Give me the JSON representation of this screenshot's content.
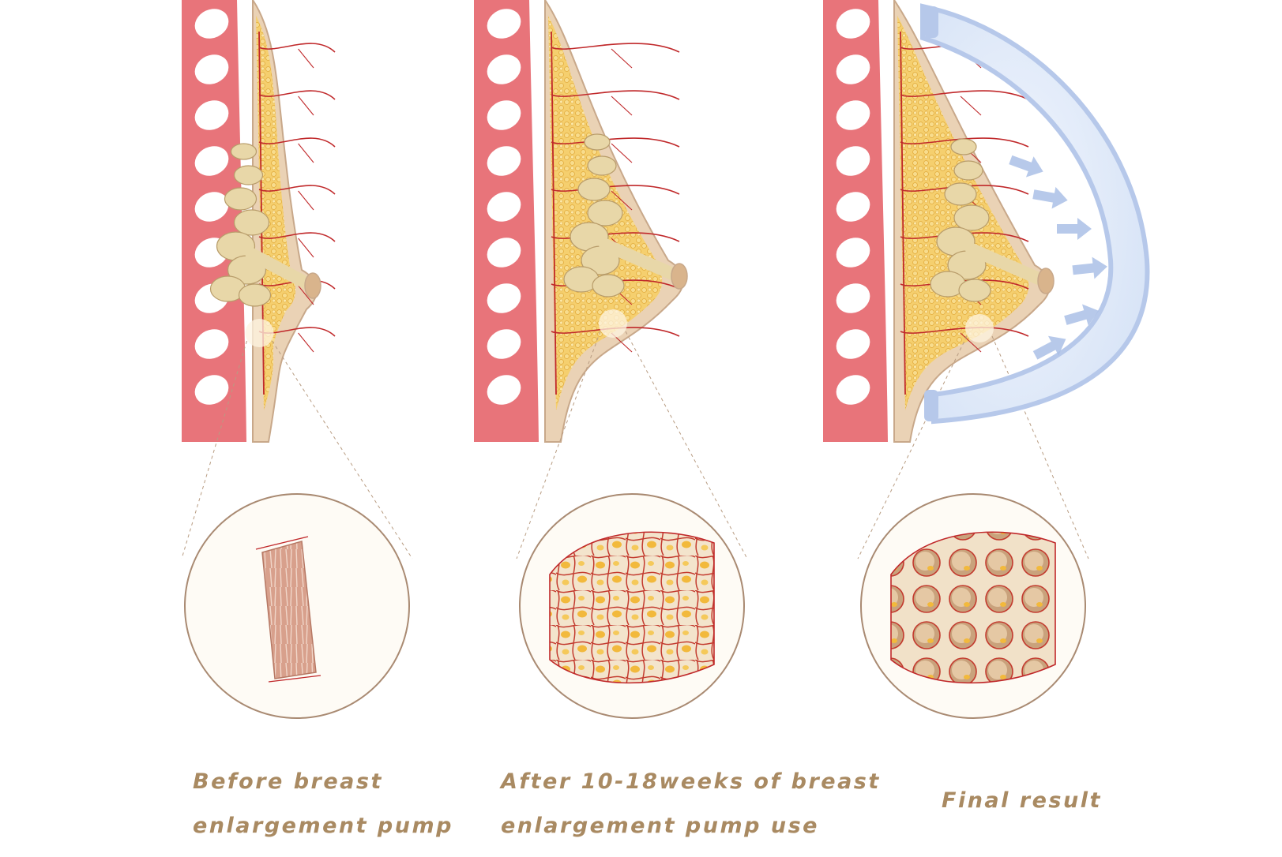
{
  "stages": [
    {
      "caption_lines": [
        "Before breast",
        "enlargement pump"
      ]
    },
    {
      "caption_lines": [
        "After 10-18weeks of breast",
        "enlargement pump use"
      ]
    },
    {
      "caption_lines": [
        "Final result"
      ]
    }
  ],
  "colors": {
    "chest_wall": "#e8747a",
    "rib": "#ffffff",
    "fat": "#f2c25a",
    "fat_light": "#f8dc8c",
    "skin": "#ead2b5",
    "skin_edge": "#c8a88a",
    "vessel": "#c0282a",
    "gland": "#e8d7a8",
    "gland_edge": "#b89c6a",
    "pump_cup": "#dde8f8",
    "pump_edge": "#b6c8ea",
    "arrow": "#aabfe6",
    "caption": "#a98a62"
  }
}
